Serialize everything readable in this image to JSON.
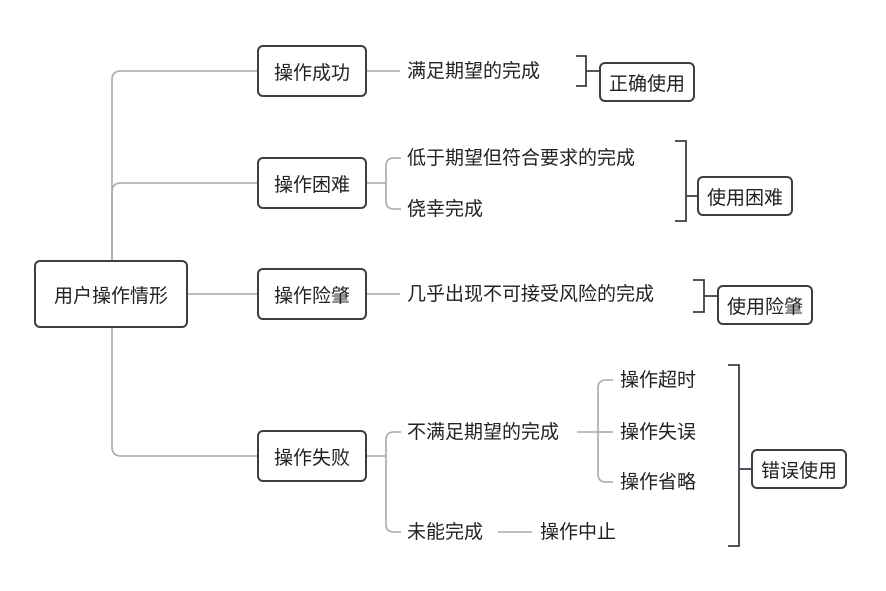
{
  "root": {
    "label": "用户操作情形"
  },
  "branches": [
    {
      "label": "操作成功",
      "children": [
        {
          "label": "满足期望的完成"
        }
      ],
      "category": "正确使用"
    },
    {
      "label": "操作困难",
      "children": [
        {
          "label": "低于期望但符合要求的完成"
        },
        {
          "label": "侥幸完成"
        }
      ],
      "category": "使用困难"
    },
    {
      "label": "操作险肇",
      "children": [
        {
          "label": "几乎出现不可接受风险的完成"
        }
      ],
      "category": "使用险肇"
    },
    {
      "label": "操作失败",
      "children": [
        {
          "label": "不满足期望的完成",
          "children": [
            {
              "label": "操作超时"
            },
            {
              "label": "操作失误"
            },
            {
              "label": "操作省略"
            }
          ]
        },
        {
          "label": "未能完成",
          "children": [
            {
              "label": "操作中止"
            }
          ]
        }
      ],
      "category": "错误使用"
    }
  ],
  "colors": {
    "line": "#a9a9a9",
    "bracket": "#3a3f45",
    "border": "#3a3f45",
    "text": "#222222"
  }
}
